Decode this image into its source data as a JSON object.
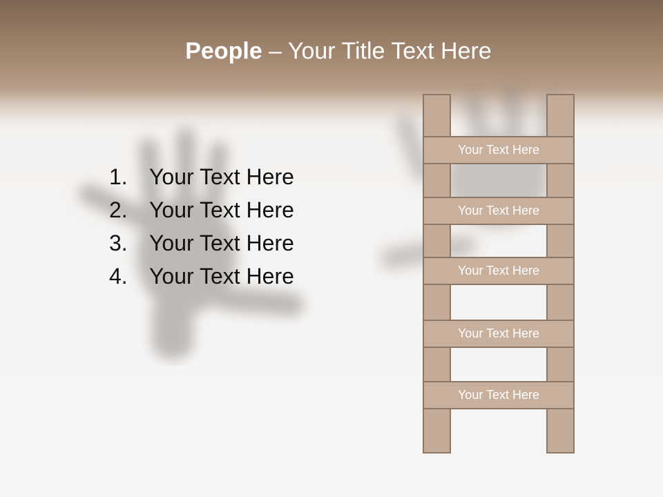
{
  "title": {
    "bold": "People",
    "rest": " – Your Title Text Here"
  },
  "list": [
    {
      "num": "1.",
      "text": "Your Text Here"
    },
    {
      "num": "2.",
      "text": "Your Text Here"
    },
    {
      "num": "3.",
      "text": "Your Text Here"
    },
    {
      "num": "4.",
      "text": "Your Text Here"
    }
  ],
  "ladder": {
    "rungs": [
      "Your Text Here",
      "Your Text Here",
      "Your Text Here",
      "Your Text Here",
      "Your Text Here"
    ]
  },
  "colors": {
    "header": "#a88c76",
    "ladder_fill": "#c8b09d",
    "ladder_border": "#8b7767"
  }
}
